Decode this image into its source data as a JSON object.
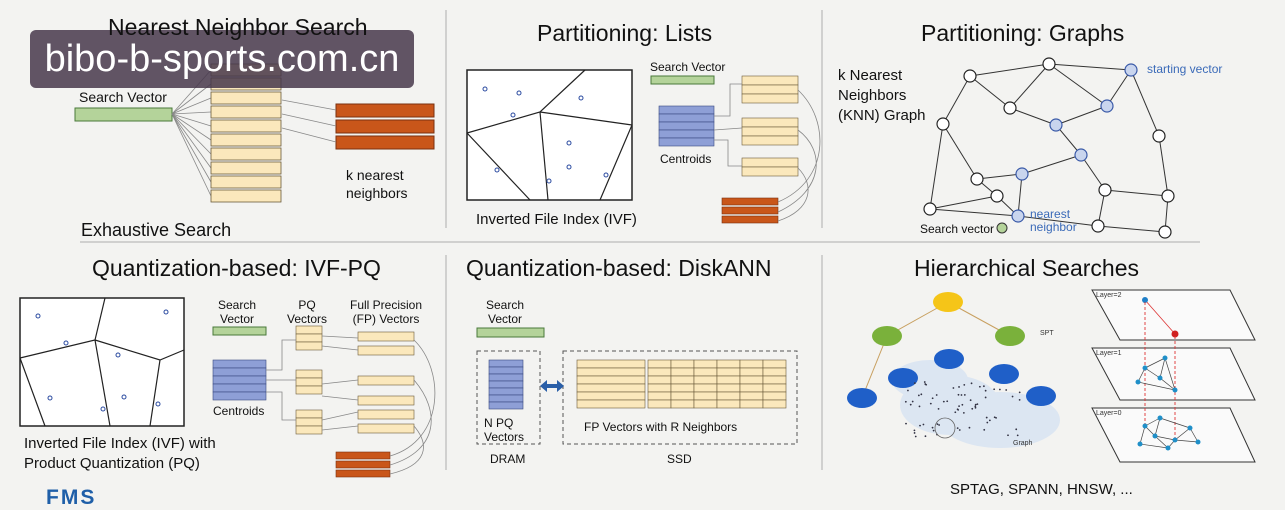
{
  "watermark": "bibo-b-sports.com.cn",
  "logo": "FMS",
  "panels": {
    "nn": {
      "title": "Nearest Neighbor Search",
      "search_vector": "Search Vector",
      "knn": "k nearest\nneighbors",
      "caption": "Exhaustive Search"
    },
    "lists": {
      "title": "Partitioning: Lists",
      "search_vector": "Search Vector",
      "centroids": "Centroids",
      "caption": "Inverted File Index (IVF)"
    },
    "graphs": {
      "title": "Partitioning: Graphs",
      "knn_graph": "k Nearest\nNeighbors\n(KNN) Graph",
      "starting": "starting vector",
      "nearest": "nearest\nneighbor",
      "search": "Search vector"
    },
    "ivfpq": {
      "title": "Quantization-based: IVF-PQ",
      "search_vector": "Search\nVector",
      "pq_vectors": "PQ\nVectors",
      "fp_vectors": "Full Precision\n(FP) Vectors",
      "centroids": "Centroids",
      "caption": "Inverted File Index (IVF) with\nProduct Quantization (PQ)"
    },
    "diskann": {
      "title": "Quantization-based: DiskANN",
      "search_vector": "Search\nVector",
      "npq": "N PQ\nVectors",
      "dram": "DRAM",
      "fp": "FP Vectors with R Neighbors",
      "ssd": "SSD"
    },
    "hier": {
      "title": "Hierarchical Searches",
      "caption": "SPTAG, SPANN, HNSW, ...",
      "spt": "SPT",
      "graph": "Graph",
      "layer2": "Layer=2",
      "layer1": "Layer=1",
      "layer0": "Layer=0"
    }
  },
  "colors": {
    "tan": "#fbe8bc",
    "orange": "#c9561a",
    "green": "#b4d39a",
    "blue": "#8e9fd6",
    "node": "#c9d5ee",
    "divider": "#bdbdbd"
  }
}
